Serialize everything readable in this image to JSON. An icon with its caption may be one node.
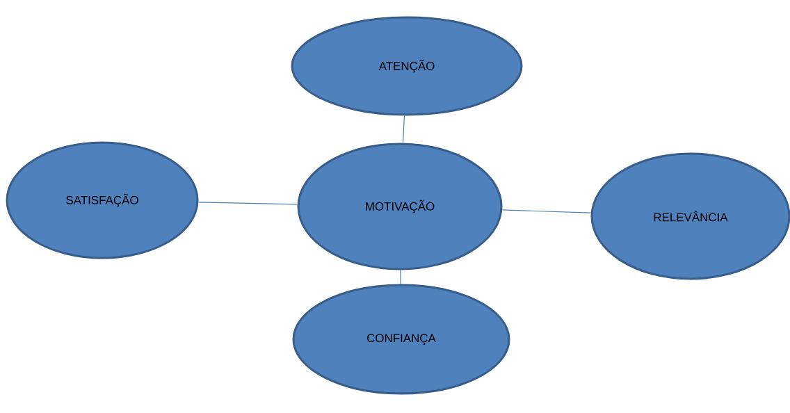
{
  "diagram": {
    "nodes": [
      {
        "text": [
          "ATENÇÃO"
        ]
      },
      {
        "text": [
          "SATISFAÇÃO"
        ]
      },
      {
        "text": [
          "MOTIVAÇÃO"
        ]
      },
      {
        "text": [
          "RELEVÂNCIA"
        ]
      },
      {
        "text": [
          "CONFIANÇA"
        ]
      }
    ],
    "edges": [
      {
        "from": 0,
        "to": 2,
        "arrow": "none"
      },
      {
        "from": 1,
        "to": 2,
        "arrow": "none"
      },
      {
        "from": 2,
        "to": 3,
        "arrow": "none"
      },
      {
        "from": 2,
        "to": 4,
        "arrow": "none"
      }
    ]
  }
}
